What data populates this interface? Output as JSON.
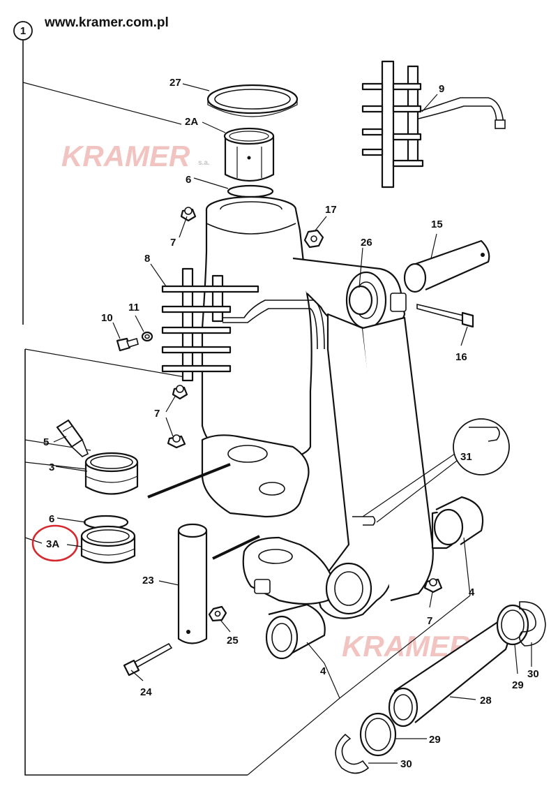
{
  "header": {
    "url": "www.kramer.com.pl",
    "group_number": "1"
  },
  "watermark": {
    "brand": "KRAMER",
    "suffix": "s.a."
  },
  "highlight": {
    "color": "#d6282e"
  },
  "labels": {
    "p27": "27",
    "p2A": "2A",
    "p6_top": "6",
    "p7_top": "7",
    "p17": "17",
    "p15": "15",
    "p9": "9",
    "p26": "26",
    "p8": "8",
    "p10": "10",
    "p11": "11",
    "p16": "16",
    "p7_mid": "7",
    "p5": "5",
    "p3": "3",
    "p31": "31",
    "p6_low": "6",
    "p3A": "3A",
    "p23": "23",
    "p25": "25",
    "p7_low": "7",
    "p4_right": "4",
    "p4_low": "4",
    "p24": "24",
    "p29_right": "29",
    "p30_right": "30",
    "p28": "28",
    "p29_low": "29",
    "p30_low": "30"
  }
}
